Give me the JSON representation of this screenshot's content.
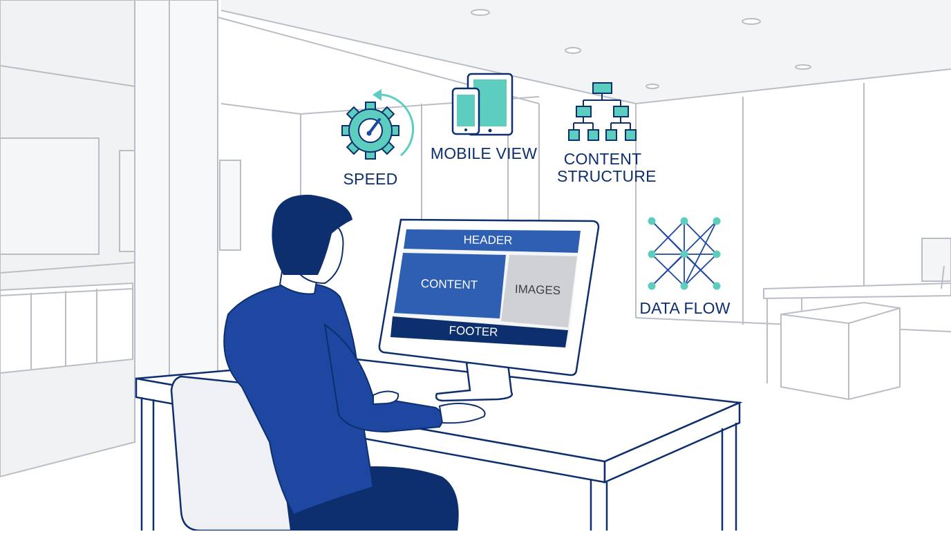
{
  "colors": {
    "navy": "#0d2f6e",
    "blue": "#1d47a0",
    "teal": "#5ccdbf",
    "line": "#b9bec6",
    "wall": "#f4f5f7",
    "screen_blue": "#2f5fb3",
    "screen_gray": "#cfd1d5"
  },
  "icons": {
    "speed": "gear-gauge-icon",
    "mobile_view": "tablet-phone-icon",
    "content_structure": "sitemap-hierarchy-icon",
    "data_flow": "network-nodes-icon"
  },
  "labels": {
    "speed": "SPEED",
    "mobile_view": "MOBILE VIEW",
    "content_structure_line1": "CONTENT",
    "content_structure_line2": "STRUCTURE",
    "data_flow": "DATA FLOW"
  },
  "monitor_screen": {
    "header": "HEADER",
    "content": "CONTENT",
    "images": "IMAGES",
    "footer": "FOOTER"
  }
}
